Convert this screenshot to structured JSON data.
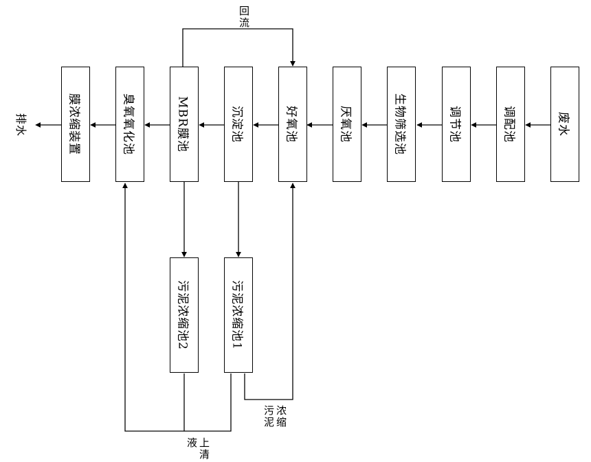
{
  "process": {
    "wastewater": "废水",
    "blending_tank": "调配池",
    "regulating_tank": "调节池",
    "bio_screening_tank": "生物筛选池",
    "anaerobic_tank": "厌氧池",
    "aerobic_tank": "好氧池",
    "sedimentation_tank": "沉淀池",
    "mbr_tank": "MBR膜池",
    "ozone_tank": "臭氧氧化池",
    "membrane_concentrator": "膜浓缩装置",
    "sludge_thickener_1": "污泥浓缩池1",
    "sludge_thickener_2": "污泥浓缩池2"
  },
  "labels": {
    "discharge": "排水",
    "reflux": "回流",
    "concentrated_sludge": "浓缩污泥",
    "supernatant": "上清液"
  }
}
